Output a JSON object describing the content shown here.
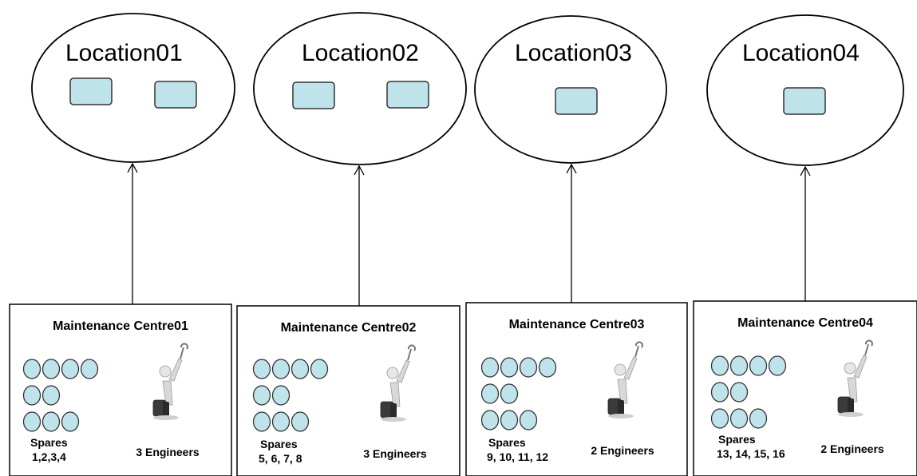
{
  "locations": [
    {
      "label": "Location01",
      "units": 2
    },
    {
      "label": "Location02",
      "units": 2
    },
    {
      "label": "Location03",
      "units": 1
    },
    {
      "label": "Location04",
      "units": 1
    }
  ],
  "centres": [
    {
      "title": "Maintenance Centre01",
      "spares_label": "Spares",
      "spares_list": "1,2,3,4",
      "engineers": "3 Engineers"
    },
    {
      "title": "Maintenance Centre02",
      "spares_label": "Spares",
      "spares_list": "5, 6, 7, 8",
      "engineers": "3 Engineers"
    },
    {
      "title": "Maintenance Centre03",
      "spares_label": "Spares",
      "spares_list": "9, 10, 11, 12",
      "engineers": "2 Engineers"
    },
    {
      "title": "Maintenance Centre04",
      "spares_label": "Spares",
      "spares_list": "13, 14, 15, 16",
      "engineers": "2 Engineers"
    }
  ],
  "spares_rows": [
    4,
    2,
    3
  ],
  "colors": {
    "unit_fill": "#bfe3ea",
    "unit_stroke": "#333333",
    "line": "#000000",
    "background": "#ffffff"
  },
  "icons": {
    "engineer": "engineer-with-wrench-icon"
  }
}
